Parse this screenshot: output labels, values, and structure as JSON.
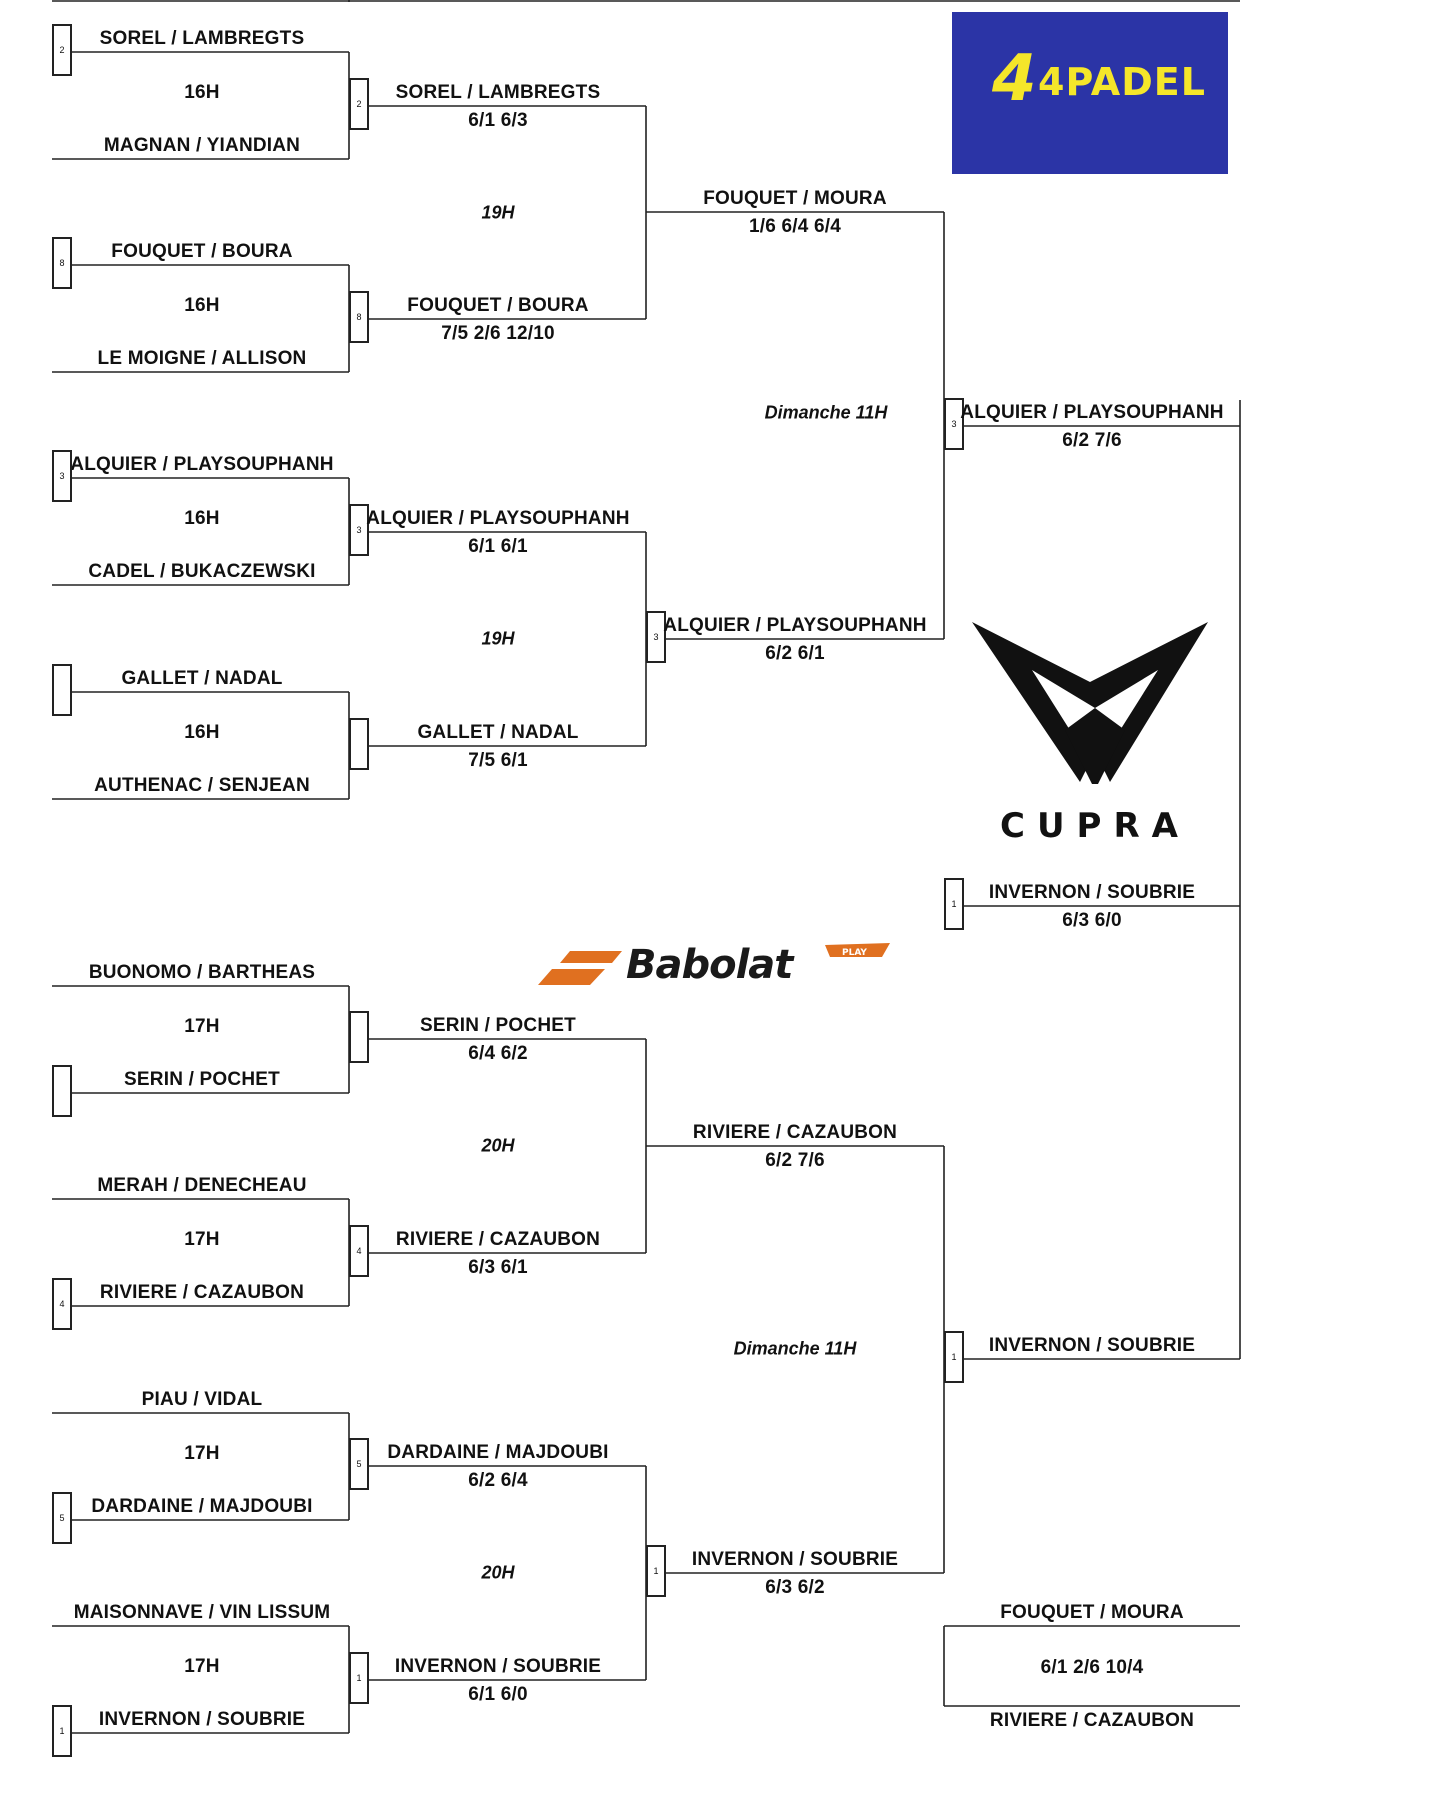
{
  "colors": {
    "line": "#222222",
    "brand_4padel_bg": "#2b34a6",
    "brand_4padel_text": "#f5e62a",
    "babolat_orange": "#e07020"
  },
  "logos": {
    "padel": "4PADEL",
    "padel_four": "4",
    "cupra": "CUPRA",
    "babolat": "Babolat",
    "babolat_tag": "PLAY"
  },
  "round1": [
    {
      "top": "SOREL / LAMBREGTS",
      "time": "16H",
      "bottom": "MAGNAN / YIANDIAN",
      "seed_top": "2",
      "seed_bottom": ""
    },
    {
      "top": "FOUQUET / BOURA",
      "time": "16H",
      "bottom": "LE MOIGNE / ALLISON",
      "seed_top": "8",
      "seed_bottom": ""
    },
    {
      "top": "ALQUIER / PLAYSOUPHANH",
      "time": "16H",
      "bottom": "CADEL / BUKACZEWSKI",
      "seed_top": "3",
      "seed_bottom": ""
    },
    {
      "top": "GALLET / NADAL",
      "time": "16H",
      "bottom": "AUTHENAC / SENJEAN",
      "seed_top": "",
      "seed_bottom": ""
    },
    {
      "top": "BUONOMO / BARTHEAS",
      "time": "17H",
      "bottom": "SERIN / POCHET",
      "seed_top": "",
      "seed_bottom": ""
    },
    {
      "top": "MERAH / DENECHEAU",
      "time": "17H",
      "bottom": "RIVIERE / CAZAUBON",
      "seed_top": "",
      "seed_bottom": "4"
    },
    {
      "top": "PIAU / VIDAL",
      "time": "17H",
      "bottom": "DARDAINE / MAJDOUBI",
      "seed_top": "",
      "seed_bottom": "5"
    },
    {
      "top": "MAISONNAVE / VIN LISSUM",
      "time": "17H",
      "bottom": "INVERNON / SOUBRIE",
      "seed_top": "",
      "seed_bottom": "1"
    }
  ],
  "round2": [
    {
      "team": "SOREL / LAMBREGTS",
      "score": "6/1 6/3",
      "seed": "2"
    },
    {
      "team": "FOUQUET / BOURA",
      "score": "7/5 2/6 12/10",
      "seed": "8"
    },
    {
      "team": "ALQUIER / PLAYSOUPHANH",
      "score": "6/1 6/1",
      "seed": "3"
    },
    {
      "team": "GALLET / NADAL",
      "score": "7/5 6/1",
      "seed": ""
    },
    {
      "team": "SERIN / POCHET",
      "score": "6/4 6/2",
      "seed": ""
    },
    {
      "team": "RIVIERE / CAZAUBON",
      "score": "6/3 6/1",
      "seed": "4"
    },
    {
      "team": "DARDAINE / MAJDOUBI",
      "score": "6/2 6/4",
      "seed": "5"
    },
    {
      "team": "INVERNON / SOUBRIE",
      "score": "6/1 6/0",
      "seed": "1"
    }
  ],
  "round2_times": [
    "19H",
    "19H",
    "20H",
    "20H"
  ],
  "round3": [
    {
      "team": "FOUQUET / MOURA",
      "score": "1/6 6/4 6/4",
      "seed": ""
    },
    {
      "team": "ALQUIER / PLAYSOUPHANH",
      "score": "6/2 6/1",
      "seed": "3"
    },
    {
      "team": "RIVIERE / CAZAUBON",
      "score": "6/2 7/6",
      "seed": ""
    },
    {
      "team": "INVERNON / SOUBRIE",
      "score": "6/3 6/2",
      "seed": "1"
    }
  ],
  "round3_times": [
    "Dimanche 11H",
    "Dimanche 11H"
  ],
  "round4": [
    {
      "team": "ALQUIER / PLAYSOUPHANH",
      "score": "6/2 7/6",
      "seed": "3"
    },
    {
      "team": "INVERNON / SOUBRIE",
      "score": "",
      "seed": "1"
    }
  ],
  "final": {
    "team": "INVERNON / SOUBRIE",
    "score": "6/3 6/0",
    "seed": "1"
  },
  "third_place": {
    "top": "FOUQUET / MOURA",
    "score": "6/1 2/6 10/4",
    "bottom": "RIVIERE / CAZAUBON"
  }
}
